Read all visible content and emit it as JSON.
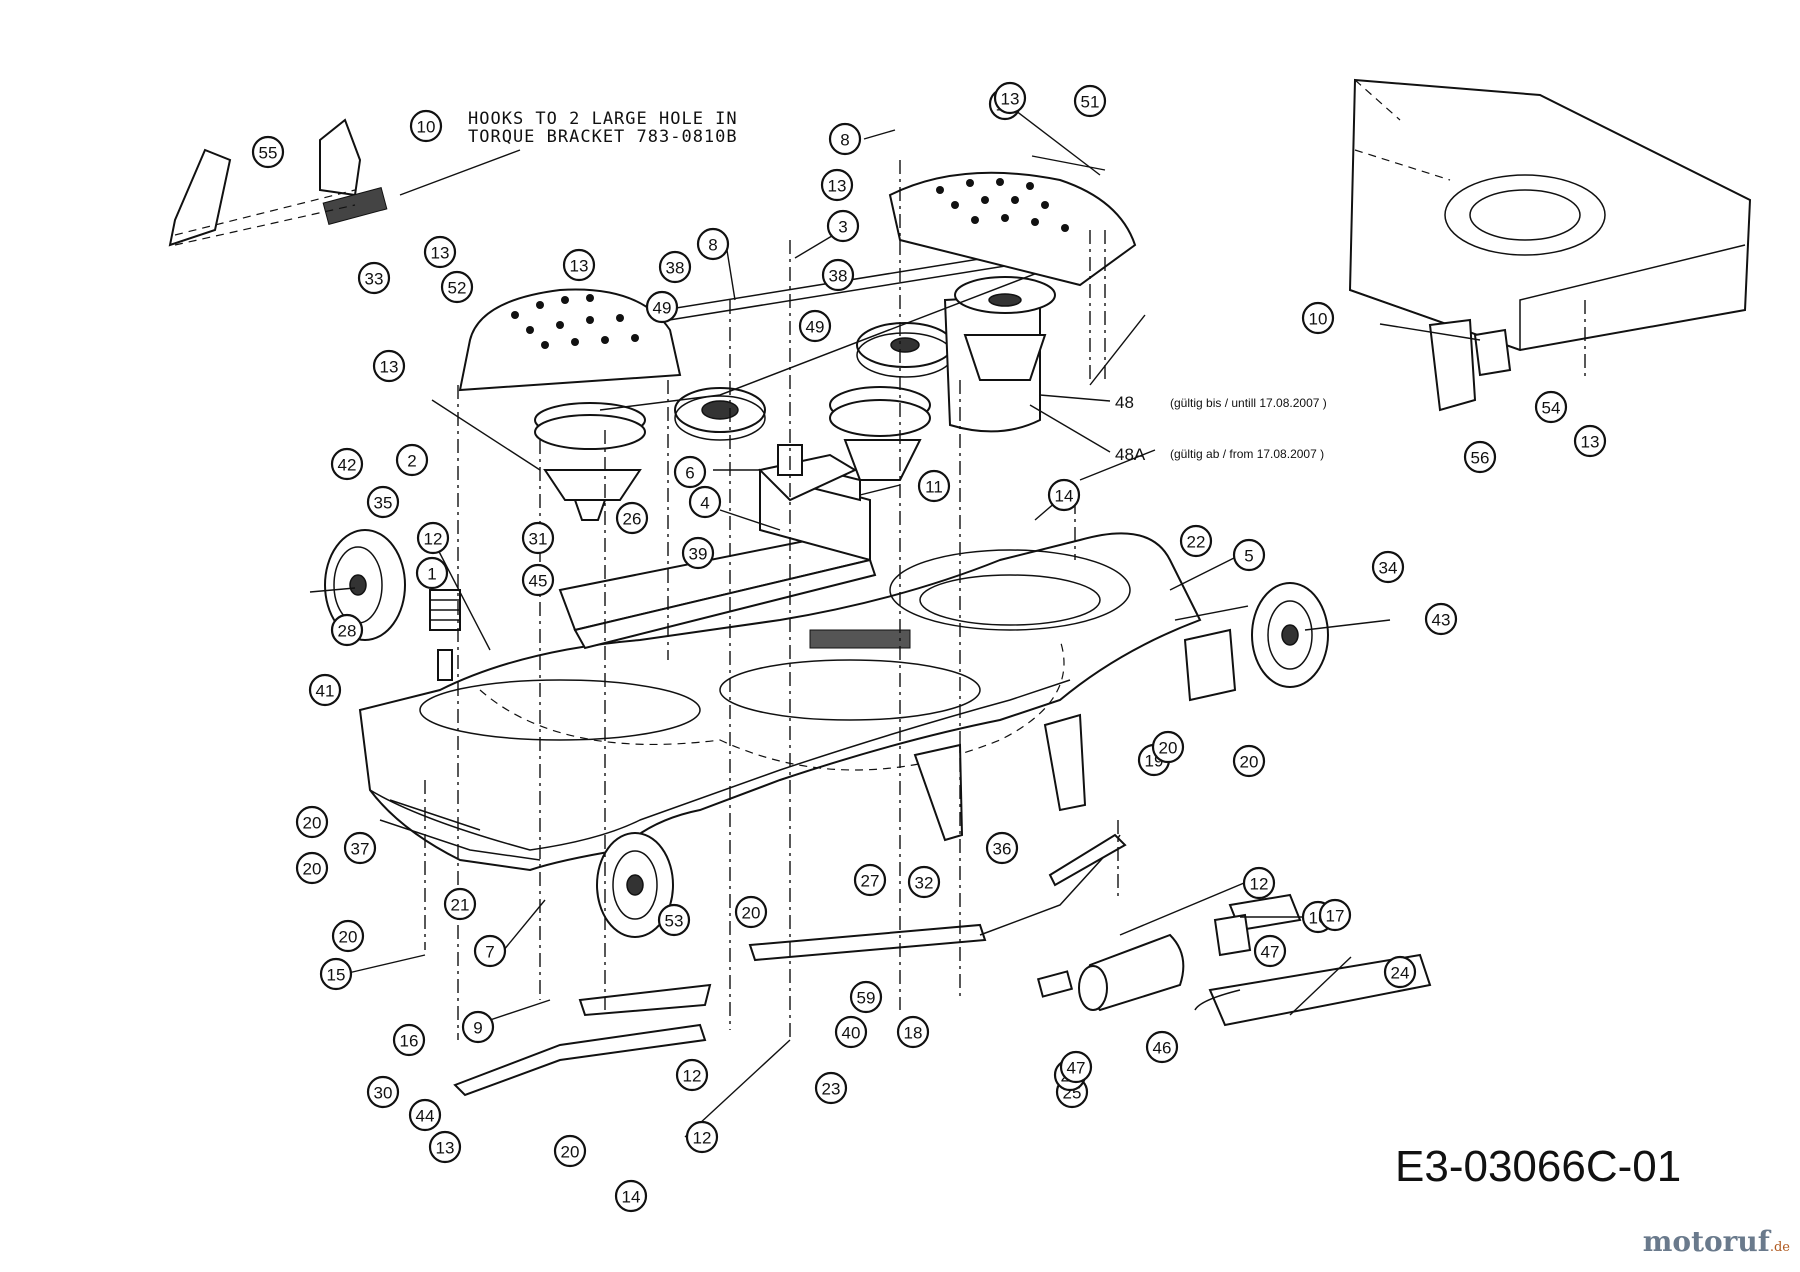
{
  "diagram": {
    "note": {
      "line1": "HOOKS TO 2 LARGE HOLE IN",
      "line2": "TORQUE BRACKET 783-0810B"
    },
    "variants": [
      {
        "label": "48",
        "validity": "(gültig bis / untill  17.08.2007 )"
      },
      {
        "label": "48A",
        "validity": "(gültig ab / from  17.08.2007 )"
      }
    ],
    "drawing_code": "E3-03066C-01",
    "watermark": {
      "main": "motoruf",
      "tld": ".de"
    },
    "callouts": [
      "1",
      "2",
      "3",
      "4",
      "5",
      "6",
      "7",
      "8",
      "8",
      "9",
      "10",
      "10",
      "11",
      "12",
      "12",
      "12",
      "12",
      "12",
      "13",
      "13",
      "13",
      "13",
      "13",
      "13",
      "13",
      "14",
      "14",
      "15",
      "16",
      "16",
      "17",
      "18",
      "19",
      "20",
      "20",
      "20",
      "20",
      "20",
      "20",
      "20",
      "21",
      "22",
      "23",
      "24",
      "25",
      "26",
      "27",
      "28",
      "29",
      "30",
      "31",
      "32",
      "33",
      "34",
      "35",
      "36",
      "37",
      "38",
      "38",
      "39",
      "40",
      "41",
      "42",
      "43",
      "44",
      "45",
      "46",
      "47",
      "47",
      "49",
      "49",
      "51",
      "52",
      "53",
      "54",
      "55",
      "56",
      "59"
    ]
  }
}
